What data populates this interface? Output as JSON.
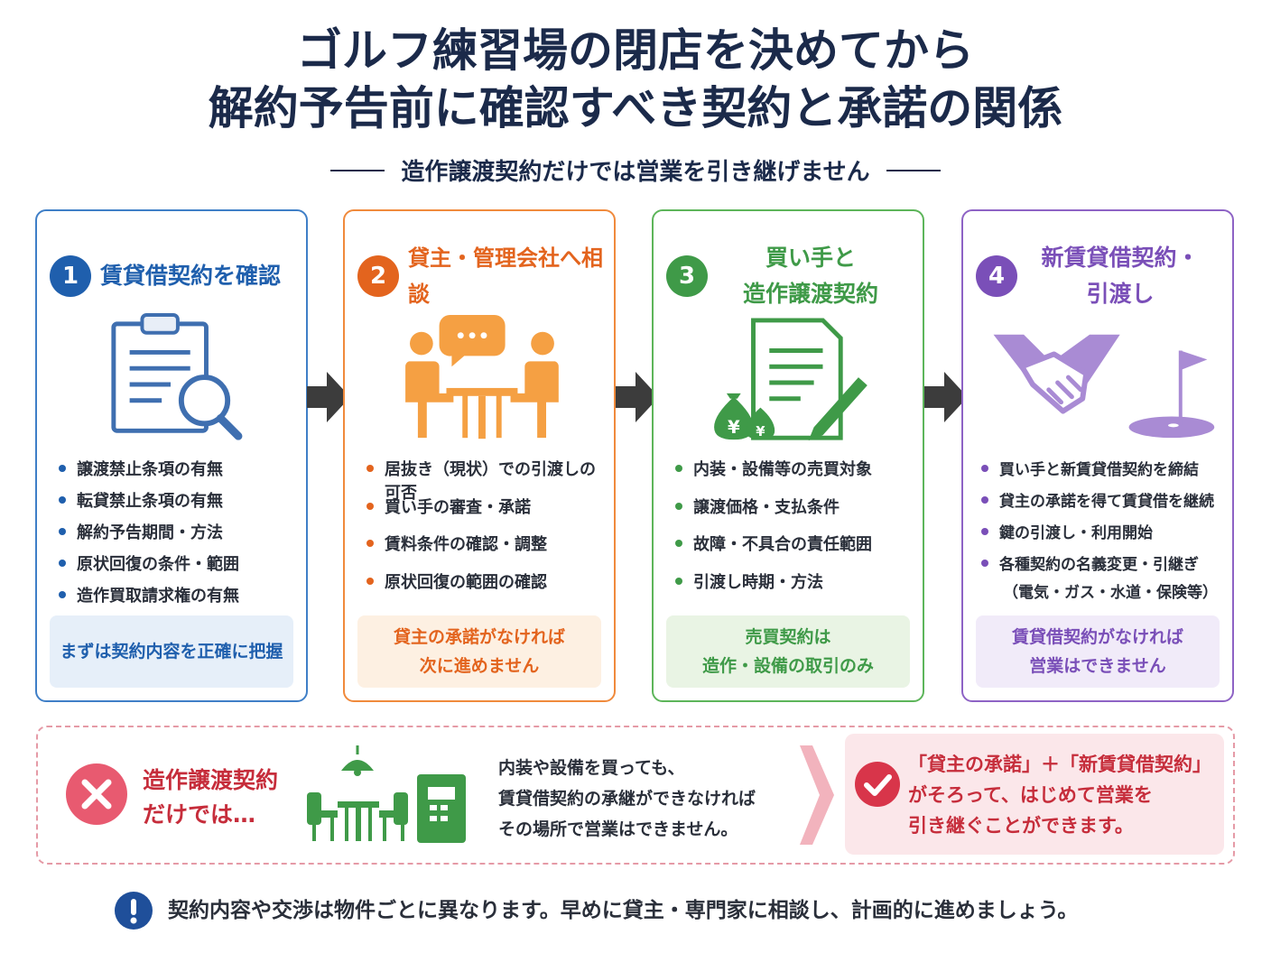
{
  "title_line1": "ゴルフ練習場の閉店を決めてから",
  "title_line2": "解約予告前に確認すべき契約と承諾の関係",
  "subtitle": "造作譲渡契約だけでは営業を引き継げません",
  "colors": {
    "blue": "#1f5fad",
    "orange": "#e3641e",
    "green": "#3f9a48",
    "purple": "#7a4fb8",
    "red": "#c62d3b",
    "navy": "#1b2a4a"
  },
  "steps": [
    {
      "number": "1",
      "title_lines": [
        "賃貸借契約を確認"
      ],
      "icon": "clipboard-magnifier-icon",
      "bullets": [
        "譲渡禁止条項の有無",
        "転貸禁止条項の有無",
        "解約予告期間・方法",
        "原状回復の条件・範囲",
        "造作買取請求権の有無"
      ],
      "note_lines": [
        "まずは契約内容を正確に把握"
      ]
    },
    {
      "number": "2",
      "title_lines": [
        "貸主・管理会社へ相談"
      ],
      "icon": "meeting-people-icon",
      "bullets": [
        "居抜き（現状）での引渡しの可否",
        "買い手の審査・承諾",
        "賃料条件の確認・調整",
        "原状回復の範囲の確認"
      ],
      "note_lines": [
        "貸主の承諾がなければ",
        "次に進めません"
      ]
    },
    {
      "number": "3",
      "title_lines": [
        "買い手と",
        "造作譲渡契約"
      ],
      "icon": "contract-money-icon",
      "bullets": [
        "内装・設備等の売買対象",
        "譲渡価格・支払条件",
        "故障・不具合の責任範囲",
        "引渡し時期・方法"
      ],
      "note_lines": [
        "売買契約は",
        "造作・設備の取引のみ"
      ]
    },
    {
      "number": "4",
      "title_lines": [
        "新賃貸借契約・",
        "引渡し"
      ],
      "icon": "handshake-golf-icon",
      "bullets": [
        "買い手と新賃貸借契約を締結",
        "貸主の承諾を得て賃貸借を継続",
        "鍵の引渡し・利用開始",
        "各種契約の名義変更・引継ぎ"
      ],
      "bullet_sub": "（電気・ガス・水道・保険等）",
      "note_lines": [
        "賃貸借契約がなければ",
        "営業はできません"
      ]
    }
  ],
  "warning": {
    "title_lines": [
      "造作譲渡契約",
      "だけでは…"
    ],
    "text_lines": [
      "内装や設備を買っても、",
      "賃貸借契約の承継ができなければ",
      "その場所で営業はできません。"
    ]
  },
  "conclusion": {
    "text_lines": [
      "「貸主の承諾」＋「新賃貸借契約」",
      "がそろって、はじめて営業を",
      "引き継ぐことができます。"
    ]
  },
  "footer": "契約内容や交渉は物件ごとに異なります。早めに貸主・専門家に相談し、計画的に進めましょう。"
}
